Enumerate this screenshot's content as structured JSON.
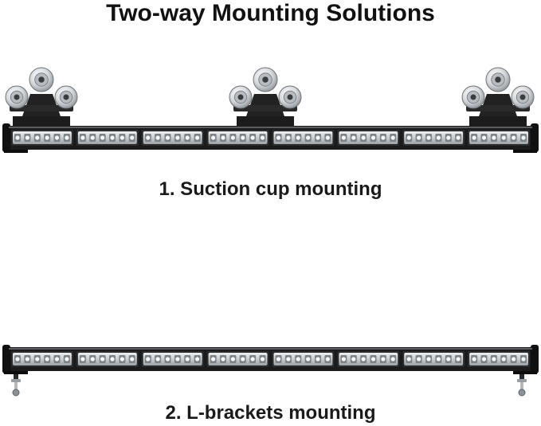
{
  "title": "Two-way Mounting Solutions",
  "sections": [
    {
      "caption": "1. Suction cup mounting",
      "mount_type": "suction-cup",
      "mount_count": 3
    },
    {
      "caption": "2. L-brackets mounting",
      "mount_type": "l-bracket",
      "mount_count": 2
    }
  ],
  "light_bar": {
    "module_count": 8,
    "colors": {
      "housing": "#1b1b1b",
      "lens": "#d8dcdf",
      "led": "#f4f6f7",
      "chrome": "#cfd3d6"
    }
  }
}
